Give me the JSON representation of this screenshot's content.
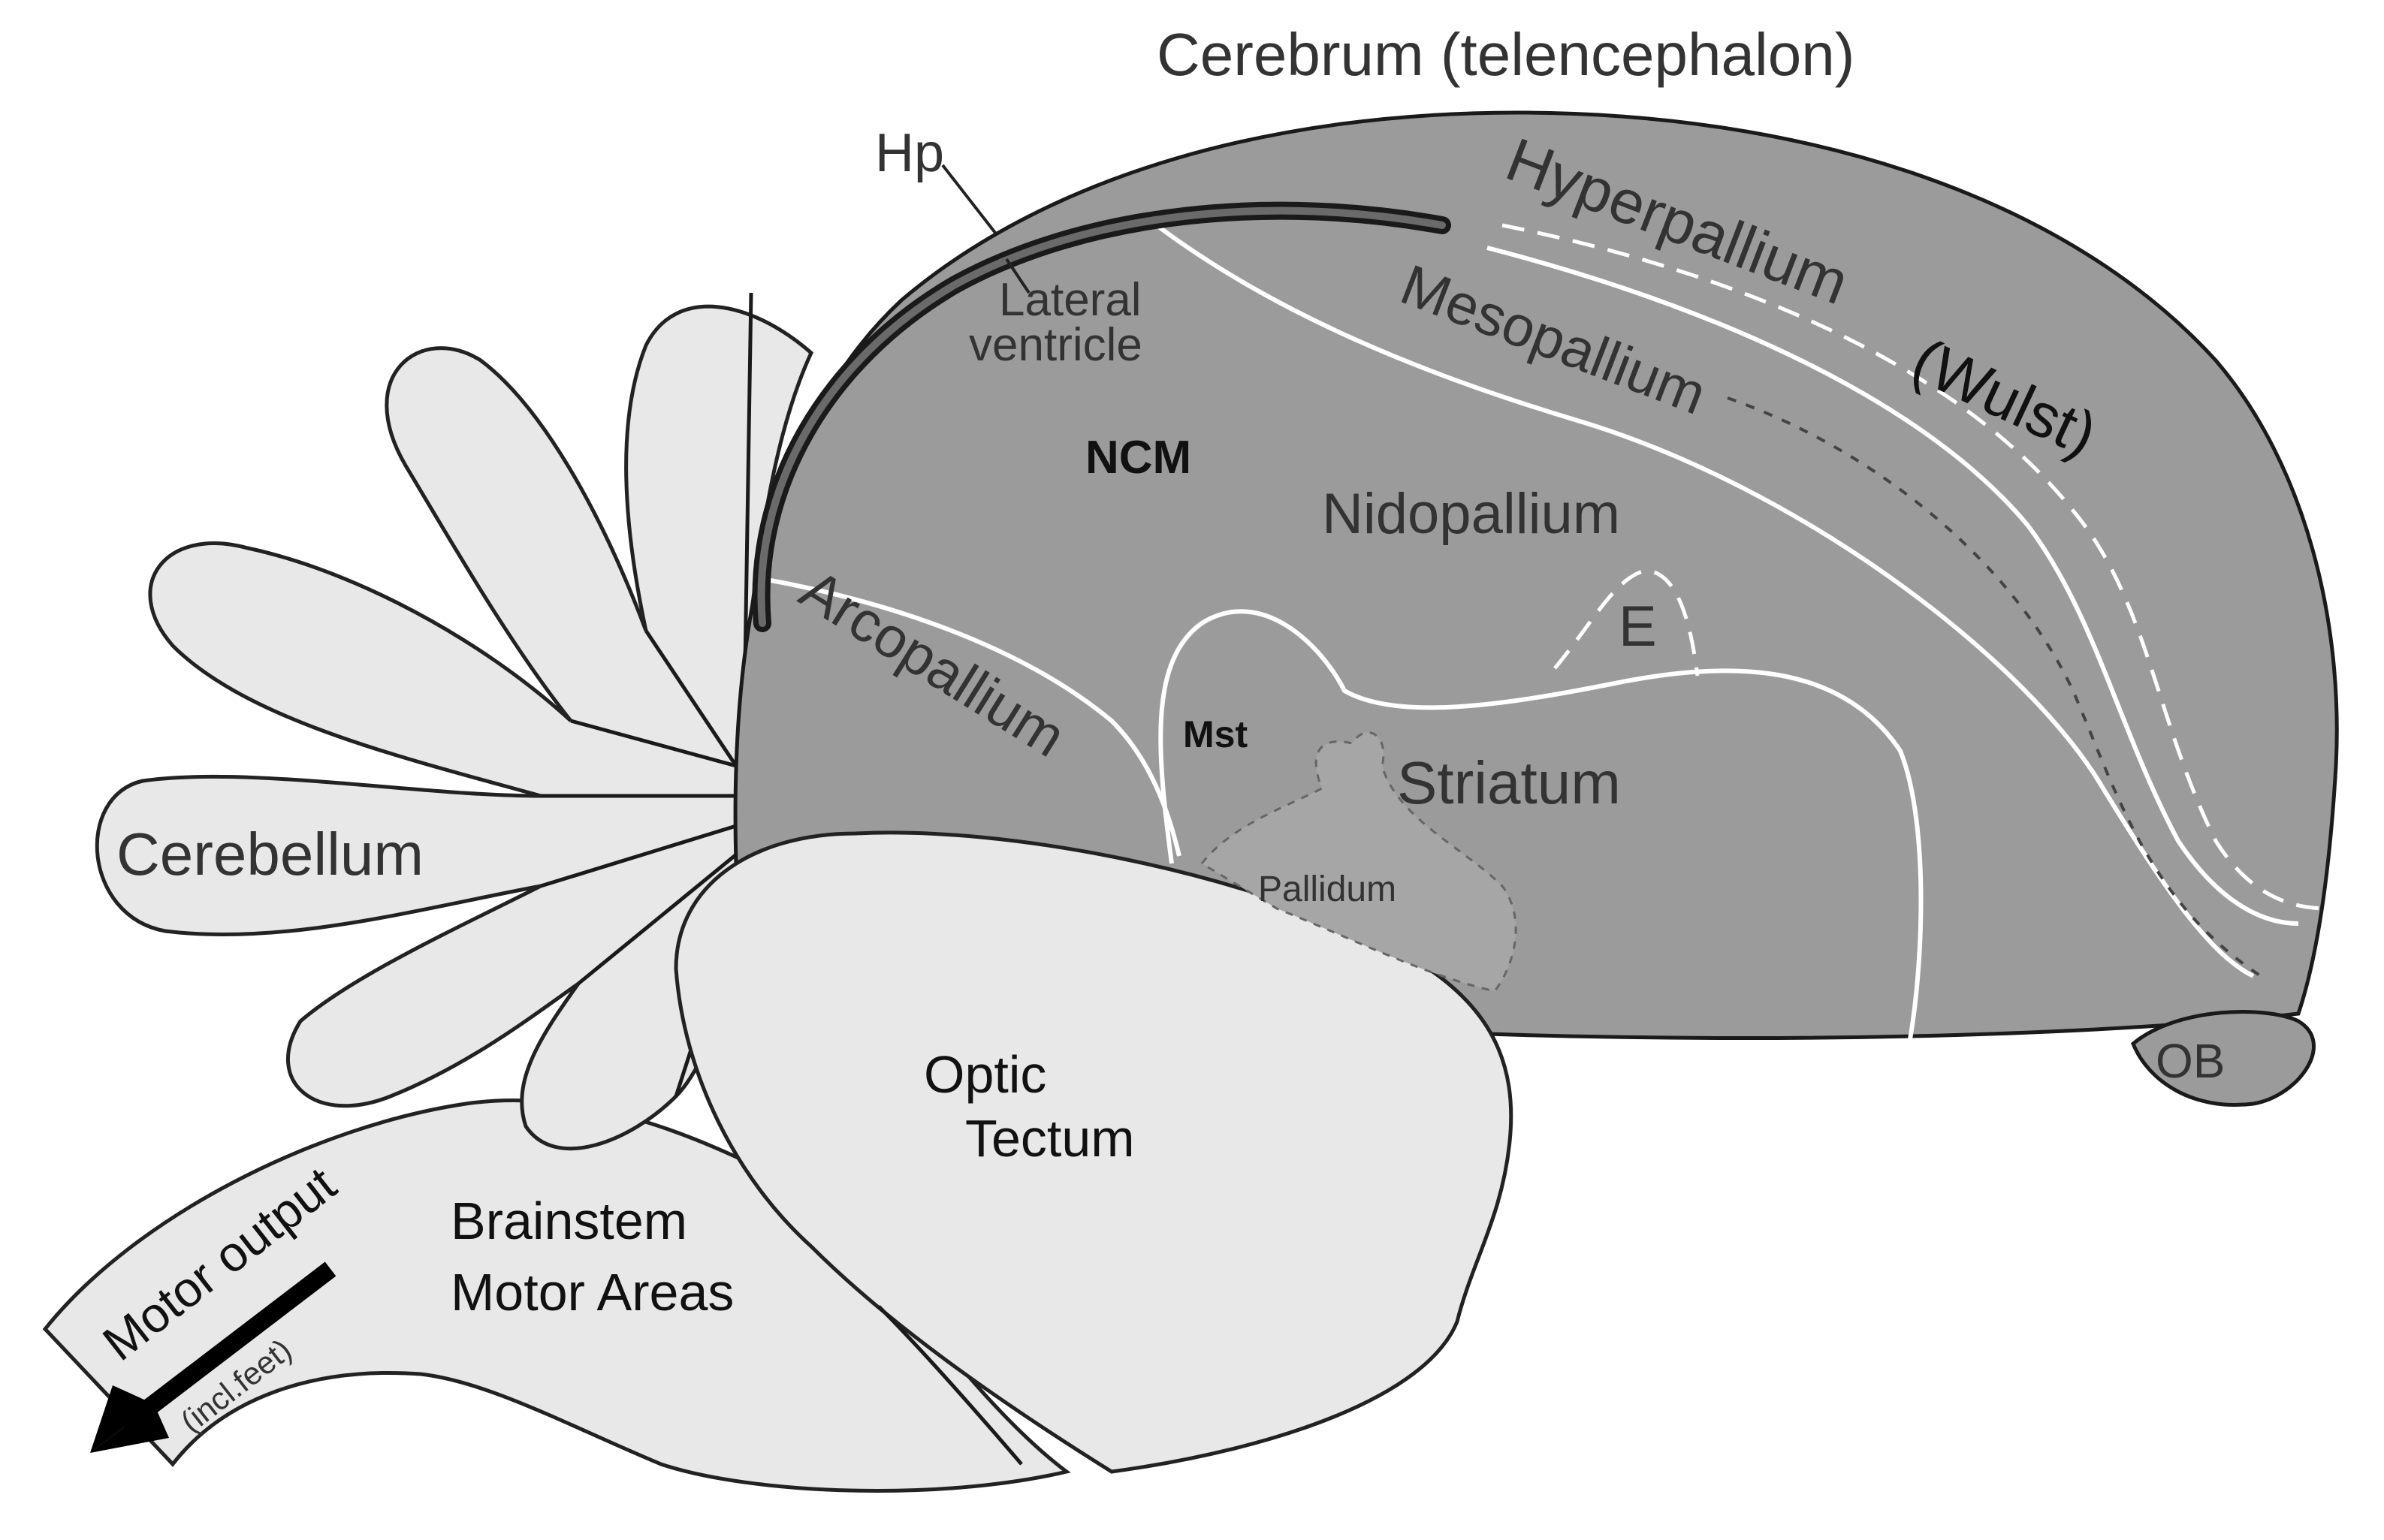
{
  "labels": {
    "cerebrum": "Cerebrum (telencephalon)",
    "hp": "Hp",
    "lateral_ventricle_1": "Lateral",
    "lateral_ventricle_2": "ventricle",
    "hyperpallium": "Hyperpallium",
    "wulst": "(Wulst)",
    "mesopallium": "Mesopallium",
    "ncm": "NCM",
    "nidopallium": "Nidopallium",
    "e": "E",
    "arcopallium": "Arcopallium",
    "mst": "Mst",
    "striatum": "Striatum",
    "pallidum": "Pallidum",
    "cerebellum": "Cerebellum",
    "ob": "OB",
    "optic_1": "Optic",
    "optic_2": "Tectum",
    "brainstem_1": "Brainstem",
    "brainstem_2": "Motor Areas",
    "motor_output": "Motor output",
    "incl_feet": "(incl.feet)"
  },
  "colors": {
    "telencephalon_fill": "#9b9b9b",
    "other_regions_fill": "#e8e8e8",
    "outline": "#1a1a1a",
    "boundary": "#ffffff"
  },
  "icons": {
    "motor_arrow": "arrow-down-left-icon"
  }
}
